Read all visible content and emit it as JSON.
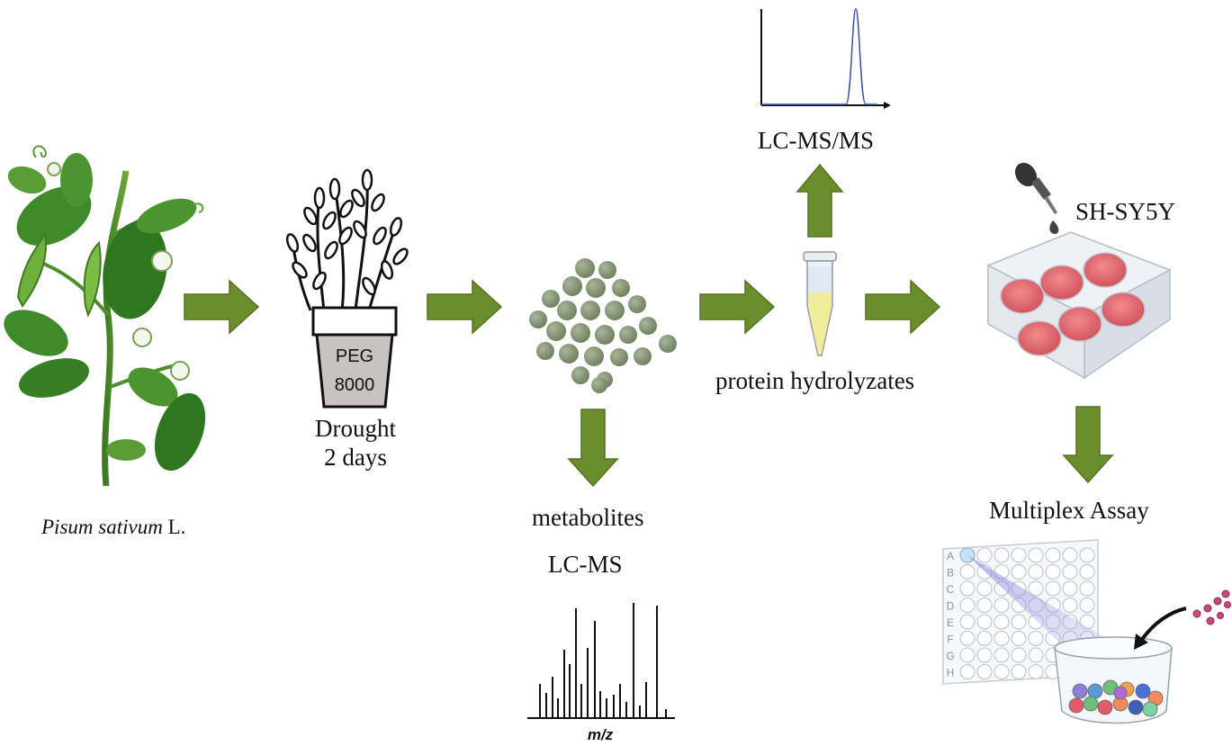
{
  "plant": {
    "name_italic": "Pisum sativum",
    "name_suffix": " L."
  },
  "pot": {
    "line1": "PEG",
    "line2": "8000"
  },
  "drought": {
    "line1": "Drought",
    "line2": "2 days"
  },
  "metabolites": {
    "label": "metabolites",
    "method": "LC-MS",
    "axis": "m/z"
  },
  "hydrolyzates": {
    "label": "protein hydrolyzates",
    "method": "LC-MS/MS"
  },
  "cells": {
    "label": "SH-SY5Y"
  },
  "assay": {
    "label": "Multiplex  Assay",
    "rows": [
      "A",
      "B",
      "C",
      "D",
      "E",
      "F",
      "G",
      "H"
    ]
  },
  "colors": {
    "arrow": "#6b8e2d",
    "arrow_edge": "#55721f",
    "leaf": "#4f8f2a",
    "pea": "#8a9a7a",
    "well": "#e06a72",
    "tube_liquid": "#f1ee9a"
  }
}
